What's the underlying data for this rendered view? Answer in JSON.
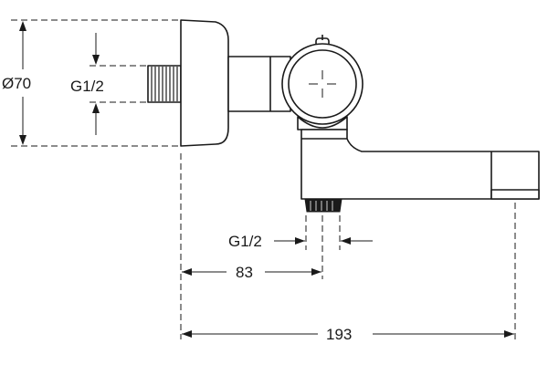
{
  "dimensions": {
    "body_diameter": "Ø70",
    "wall_connection_thread": "G1/2",
    "outlet_thread": "G1/2",
    "outlet_offset": "83",
    "overall_length": "193"
  },
  "colors": {
    "line": "#1a1a1a",
    "background": "#ffffff"
  }
}
